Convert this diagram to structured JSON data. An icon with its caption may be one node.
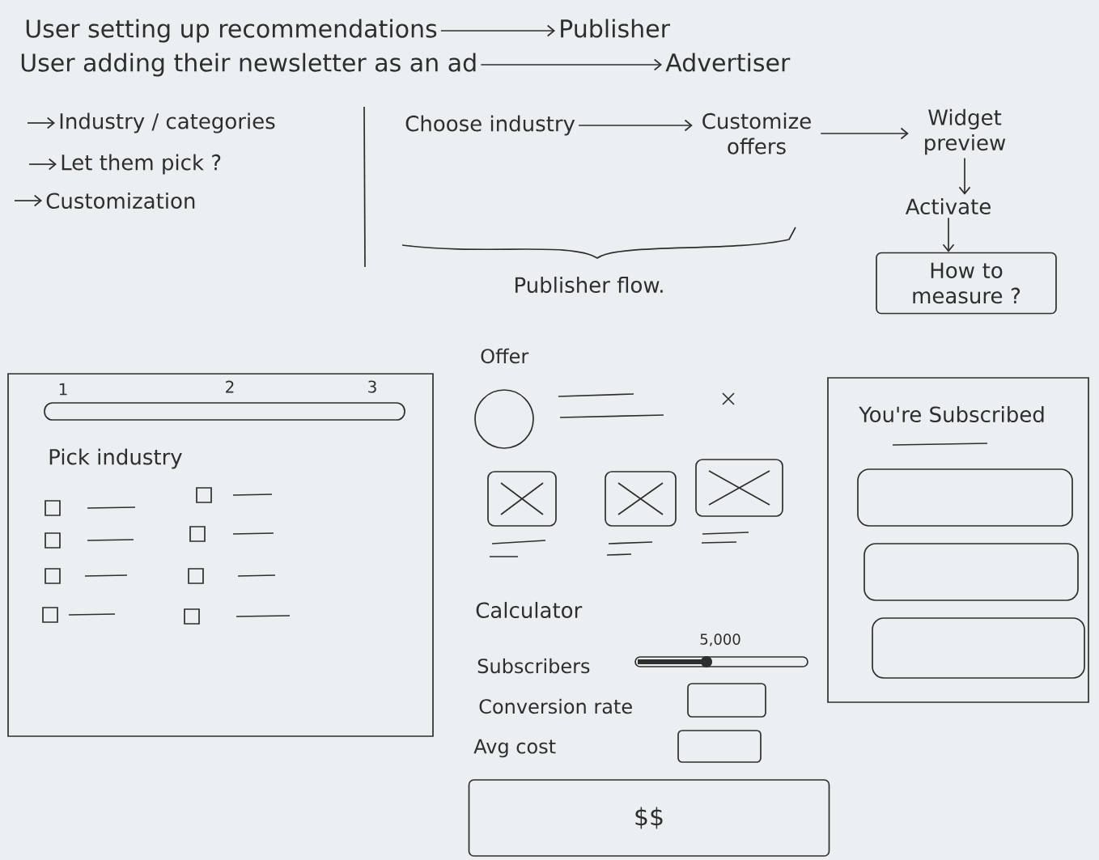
{
  "diagram": {
    "nodes": [
      {
        "text": [
          "User setting up recommendations"
        ]
      },
      {
        "text": [
          "Publisher"
        ]
      },
      {
        "text": [
          "User adding their newsletter as an ad"
        ]
      },
      {
        "text": [
          "Advertiser"
        ]
      },
      {
        "text": [
          "Industry / categories"
        ]
      },
      {
        "text": [
          "Let them pick ?"
        ]
      },
      {
        "text": [
          "Customization"
        ]
      },
      {
        "text": [
          "Choose industry"
        ]
      },
      {
        "text": [
          "Customize offers"
        ]
      },
      {
        "text": [
          "Widget preview"
        ]
      },
      {
        "text": [
          "Activate"
        ]
      },
      {
        "text": [
          "How to measure ?"
        ]
      },
      {
        "text": [
          "1",
          "2",
          "3",
          "Pick industry"
        ]
      },
      {
        "text": [
          "You're Subscribed"
        ]
      },
      {
        "text": [
          "$$"
        ]
      }
    ],
    "edges": [
      {
        "from": 0,
        "to": 1,
        "arrow": "to"
      },
      {
        "from": 2,
        "to": 3,
        "arrow": "to"
      },
      {
        "from": null,
        "to": 4,
        "arrow": "to"
      },
      {
        "from": null,
        "to": 5,
        "arrow": "to"
      },
      {
        "from": null,
        "to": 6,
        "arrow": "to"
      },
      {
        "from": 7,
        "to": 8,
        "arrow": "to"
      },
      {
        "from": 8,
        "to": 9,
        "arrow": "to"
      },
      {
        "from": 9,
        "to": 10,
        "arrow": "to"
      },
      {
        "from": 10,
        "to": 11,
        "arrow": "to"
      }
    ],
    "labels": [
      "Publisher flow.",
      "Offer",
      "Calculator",
      "5,000",
      "Subscribers",
      "Conversion rate",
      "Avg cost"
    ]
  }
}
